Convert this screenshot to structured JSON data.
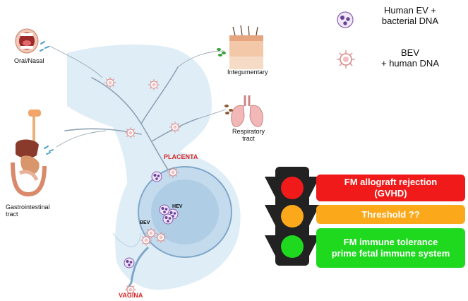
{
  "legend": {
    "hev_line1": "Human EV +",
    "hev_line2": "bacterial DNA",
    "bev_line1": "BEV",
    "bev_line2": "+ human DNA"
  },
  "labels": {
    "oral": "Oral/Nasal",
    "integumentary": "Integumentary",
    "respiratory_line1": "Respiratory",
    "respiratory_line2": "tract",
    "gi_line1": "Gastrointestinal",
    "gi_line2": "tract",
    "placenta": "PLACENTA",
    "vagina": "VAGINA",
    "hev": "HEV",
    "bev": "BEV"
  },
  "traffic_light": {
    "red_line1": "FM allograft rejection",
    "red_line2": "(GVHD)",
    "amber": "Threshold ??",
    "green_line1": "FM immune tolerance",
    "green_line2": "prime fetal immune system"
  },
  "colors": {
    "red": "#f01a1a",
    "amber": "#fba91a",
    "green": "#1ed91e",
    "body_blue": "#d9eaf6",
    "placenta_label": "#d42a2a"
  }
}
